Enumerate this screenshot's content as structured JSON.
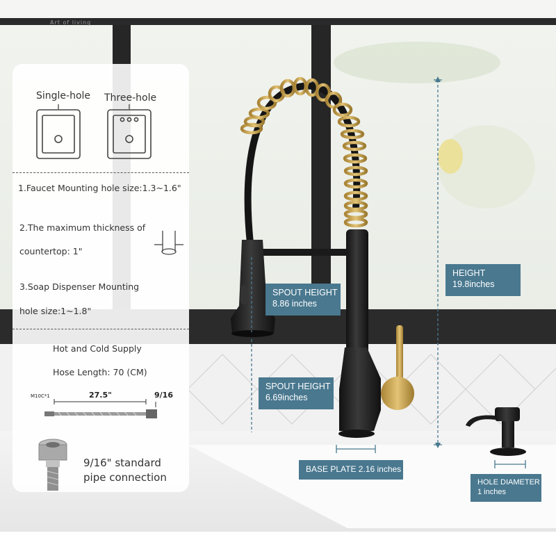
{
  "brand": {
    "tagline": "Art of living"
  },
  "sinks": {
    "single_label": "Single-hole",
    "three_label": "Three-hole"
  },
  "specs": {
    "mounting_hole": "1.Faucet Mounting hole size:1.3~1.6\"",
    "thickness_line1": "2.The maximum thickness of",
    "thickness_line2": "countertop: 1\"",
    "soap_line1": "3.Soap Dispenser Mounting",
    "soap_line2": "hole size:1~1.8\""
  },
  "hose": {
    "supply": "Hot and Cold Supply",
    "length": "Hose Length: 70 (CM)",
    "thread_label": "M10C*1",
    "length_label": "27.5\"",
    "nut_label": "9/16",
    "pipe_line1": "9/16\" standard",
    "pipe_line2": "pipe connection"
  },
  "dimensions": {
    "height": {
      "title": "HEIGHT",
      "value": "19.8inches"
    },
    "spout_height_upper": {
      "title": "SPOUT HEIGHT",
      "value": "8.86 inches"
    },
    "spout_height_lower": {
      "title": "SPOUT HEIGHT",
      "value": "6.69inches"
    },
    "base_plate": {
      "title": "BASE PLATE 2.16 inches"
    },
    "hole_diameter": {
      "title": "HOLE DIAMETER",
      "value": "1 inches"
    }
  },
  "colors": {
    "label_bg": "#49788f",
    "faucet_black": "#1c1c1c",
    "gold": "#c9a24a"
  }
}
